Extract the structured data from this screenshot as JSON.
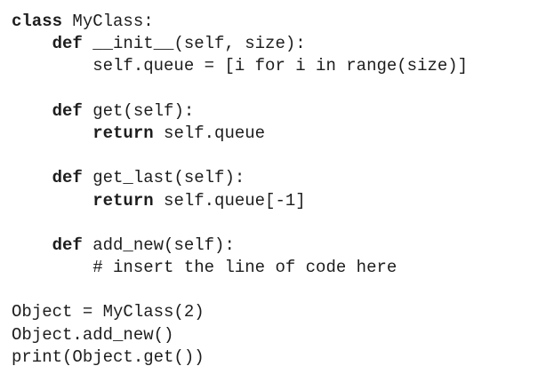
{
  "page": {
    "background_color": "#ffffff",
    "text_color": "#1d1d1d",
    "language": "python"
  },
  "code": {
    "lines": [
      {
        "segments": [
          {
            "t": "class",
            "b": true
          },
          {
            "t": " MyClass:",
            "b": false
          }
        ]
      },
      {
        "segments": [
          {
            "t": "    ",
            "b": false
          },
          {
            "t": "def",
            "b": true
          },
          {
            "t": " __init__(self, size):",
            "b": false
          }
        ]
      },
      {
        "segments": [
          {
            "t": "        self.queue = [i for i in range(size)]",
            "b": false
          }
        ]
      },
      {
        "segments": []
      },
      {
        "segments": [
          {
            "t": "    ",
            "b": false
          },
          {
            "t": "def",
            "b": true
          },
          {
            "t": " get(self):",
            "b": false
          }
        ]
      },
      {
        "segments": [
          {
            "t": "        ",
            "b": false
          },
          {
            "t": "return",
            "b": true
          },
          {
            "t": " self.queue",
            "b": false
          }
        ]
      },
      {
        "segments": []
      },
      {
        "segments": [
          {
            "t": "    ",
            "b": false
          },
          {
            "t": "def",
            "b": true
          },
          {
            "t": " get_last(self):",
            "b": false
          }
        ]
      },
      {
        "segments": [
          {
            "t": "        ",
            "b": false
          },
          {
            "t": "return",
            "b": true
          },
          {
            "t": " self.queue[-1]",
            "b": false
          }
        ]
      },
      {
        "segments": []
      },
      {
        "segments": [
          {
            "t": "    ",
            "b": false
          },
          {
            "t": "def",
            "b": true
          },
          {
            "t": " add_new(self):",
            "b": false
          }
        ]
      },
      {
        "segments": [
          {
            "t": "        # insert the line of code here",
            "b": false
          }
        ]
      },
      {
        "segments": []
      },
      {
        "segments": [
          {
            "t": "Object = MyClass(2)",
            "b": false
          }
        ]
      },
      {
        "segments": [
          {
            "t": "Object.add_new()",
            "b": false
          }
        ]
      },
      {
        "segments": [
          {
            "t": "print(Object.get())",
            "b": false
          }
        ]
      }
    ]
  }
}
